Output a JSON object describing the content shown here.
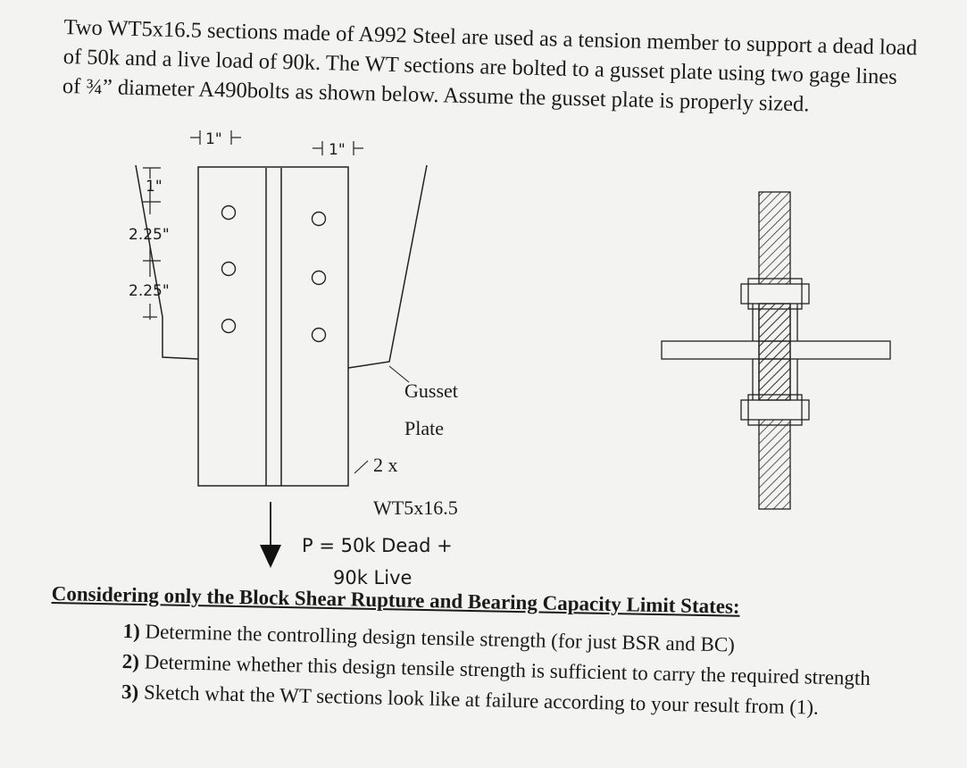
{
  "problem": {
    "intro_lines": [
      "Two WT5x16.5 sections made of A992 Steel are used as a tension member to support a dead load",
      "of 50k and a live load of 90k.  The WT sections are bolted to a gusset plate using two gage lines",
      "of ¾” diameter A490bolts as shown below.  Assume the gusset plate is properly sized."
    ]
  },
  "figure": {
    "dim_edge_left": "1\"",
    "dim_edge_right": "1\"",
    "dim_end": "1\"",
    "dim_pitch_1": "2.25\"",
    "dim_pitch_2": "2.25\"",
    "gusset_label_1": "Gusset",
    "gusset_label_2": "Plate",
    "member_label_1": "2 x",
    "member_label_2": "WT5x16.5",
    "load_line_1": "P = 50k Dead +",
    "load_line_2": "90k Live"
  },
  "questions": {
    "heading": "Considering only the Block Shear Rupture and Bearing Capacity Limit States:",
    "items": [
      {
        "num": "1)",
        "text": "Determine the controlling design tensile strength (for just BSR and BC)"
      },
      {
        "num": "2)",
        "text": "Determine whether this design tensile strength is sufficient to carry the required strength"
      },
      {
        "num": "3)",
        "text": "Sketch what the WT sections look like at failure according to your result from (1)."
      }
    ]
  }
}
